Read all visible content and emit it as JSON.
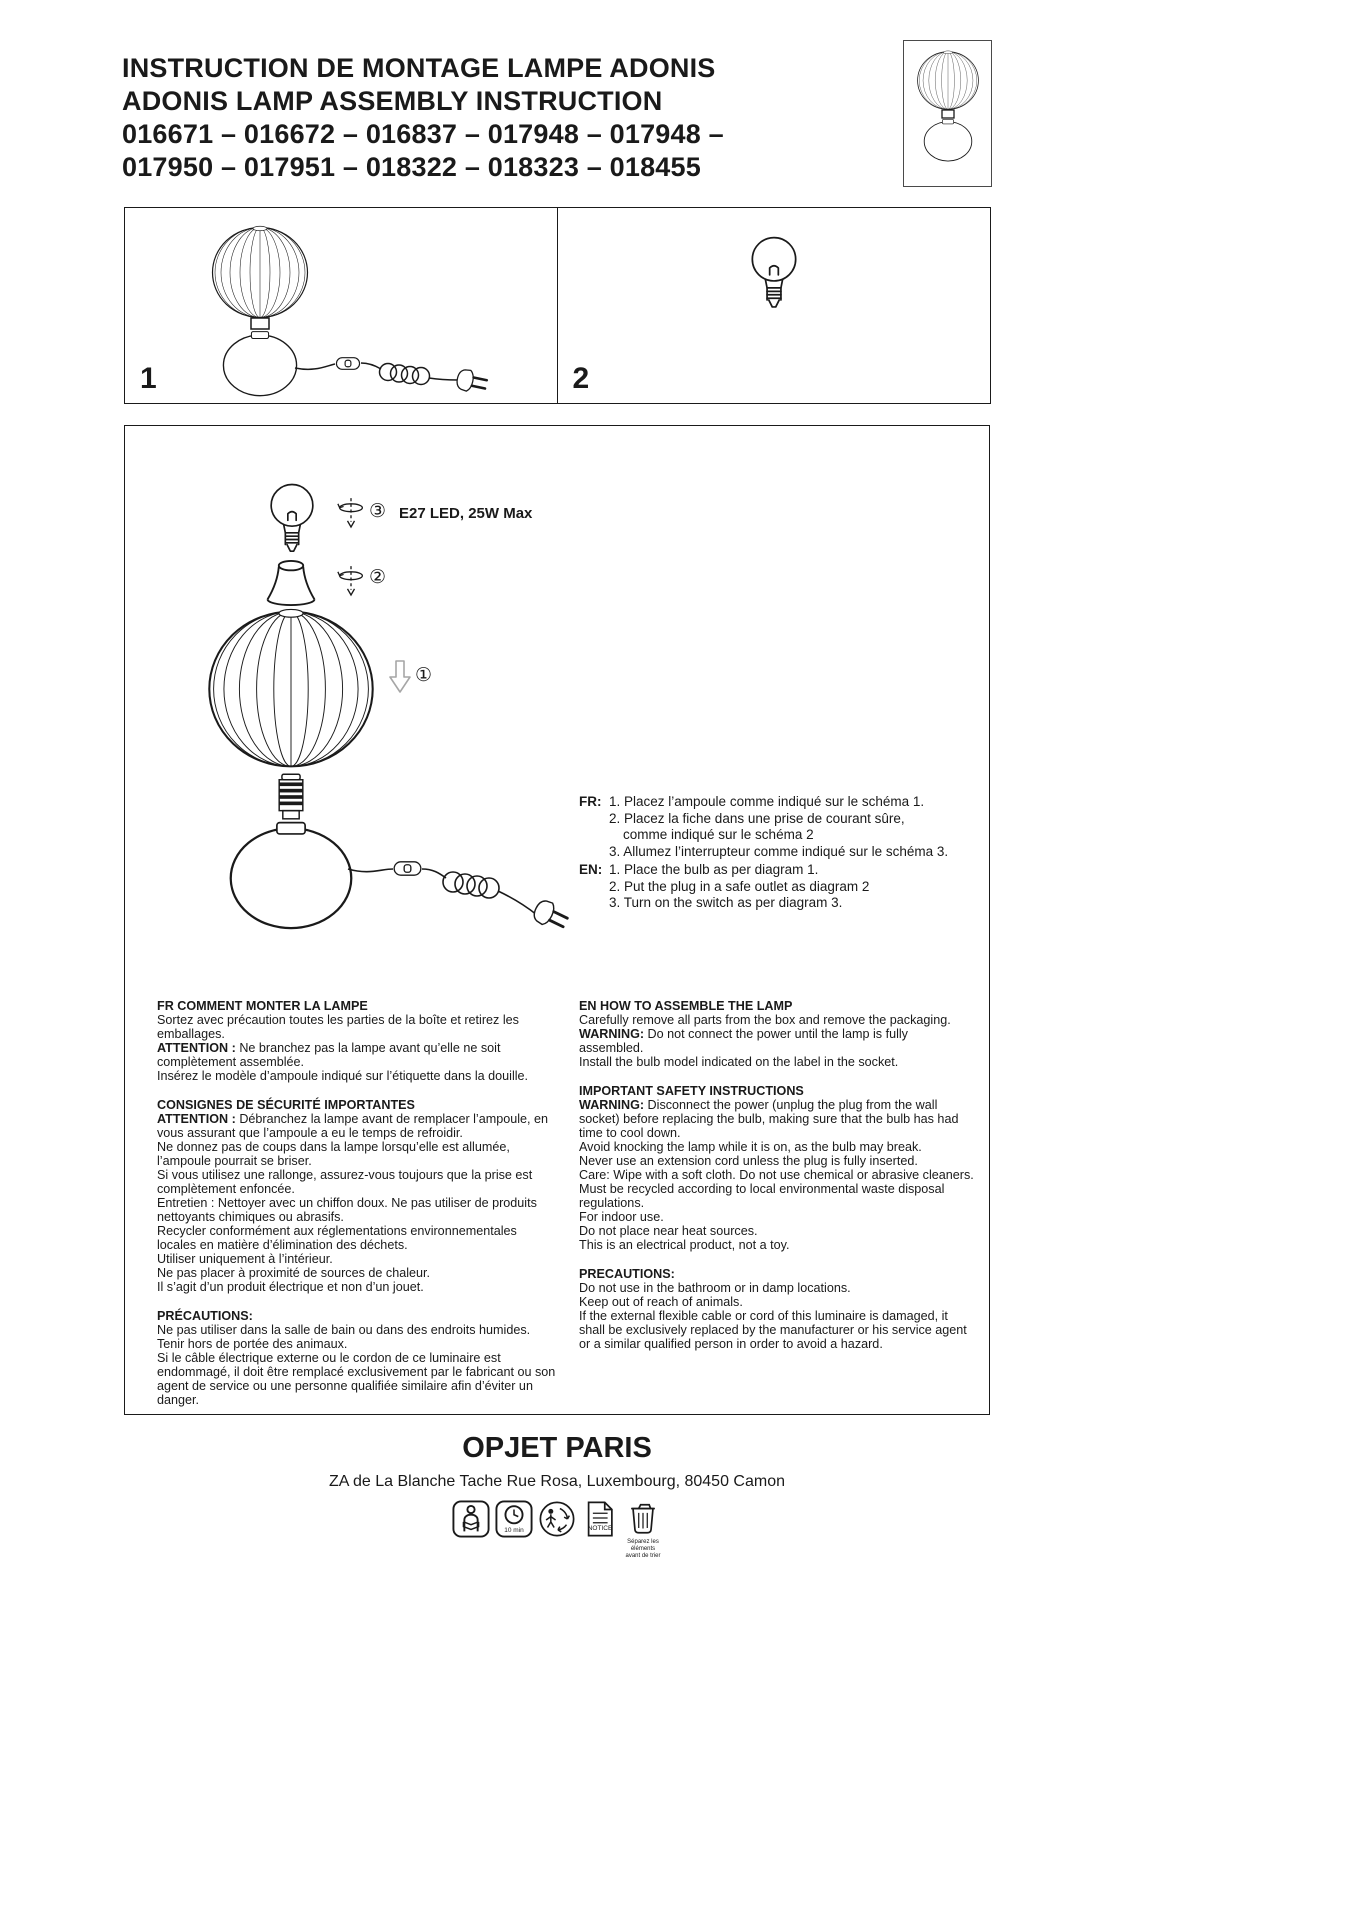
{
  "colors": {
    "ink": "#1a1a1a",
    "muted_arrow": "#a6a6a6"
  },
  "header": {
    "title_line1": "INSTRUCTION DE MONTAGE LAMPE ADONIS",
    "title_line2": "ADONIS LAMP ASSEMBLY INSTRUCTION",
    "title_line3": "016671 – 016672 – 016837 – 017948 – 017948 –",
    "title_line4": "017950 – 017951 – 018322 – 018323 – 018455"
  },
  "diagram_boxes": {
    "box1_number": "1",
    "box2_number": "2"
  },
  "exploded": {
    "callout_bulb": "③",
    "bulb_spec": "E27 LED, 25W Max",
    "callout_cover": "②",
    "callout_shade": "①"
  },
  "steps": {
    "fr_label": "FR:",
    "fr_line1": "1. Placez l’ampoule comme indiqué sur le schéma 1.",
    "fr_line2": "2. Placez la fiche dans une prise de courant sûre,",
    "fr_line3": "comme indiqué sur le schéma 2",
    "fr_line4": "3. Allumez l’interrupteur comme indiqué sur le schéma 3.",
    "en_label": "EN:",
    "en_line1": "1. Place the bulb as per diagram 1.",
    "en_line2": "2. Put the plug in a safe outlet as diagram 2",
    "en_line3": "3. Turn on the switch  as per diagram 3."
  },
  "fr_column": {
    "sections": [
      {
        "heading": "FR COMMENT MONTER LA LAMPE",
        "paragraphs": [
          {
            "b": "",
            "t": "Sortez avec précaution toutes les parties de la boîte et retirez les emballages."
          },
          {
            "b": "ATTENTION :",
            "t": " Ne branchez pas la lampe avant qu’elle ne soit complètement assemblée."
          },
          {
            "b": "",
            "t": "Insérez le modèle d’ampoule indiqué sur l’étiquette dans la douille."
          }
        ]
      },
      {
        "heading": "CONSIGNES DE SÉCURITÉ IMPORTANTES",
        "paragraphs": [
          {
            "b": "ATTENTION :",
            "t": " Débranchez la lampe avant de remplacer l’ampoule, en vous assurant que l’ampoule a eu le temps de refroidir."
          },
          {
            "b": "",
            "t": "Ne donnez pas de coups dans la lampe lorsqu’elle est allumée, l’ampoule pourrait se briser."
          },
          {
            "b": "",
            "t": "Si vous utilisez une rallonge, assurez-vous toujours que la prise est complètement enfoncée."
          },
          {
            "b": "",
            "t": "Entretien : Nettoyer avec un chiffon doux. Ne pas utiliser de produits nettoyants chimiques ou abrasifs."
          },
          {
            "b": "",
            "t": "Recycler conformément aux réglementations environnementales locales en matière d’élimination des déchets."
          },
          {
            "b": "",
            "t": "Utiliser uniquement à l’intérieur."
          },
          {
            "b": "",
            "t": "Ne pas placer à proximité de sources de chaleur."
          },
          {
            "b": "",
            "t": "Il s’agit d’un produit électrique et non d’un jouet."
          }
        ]
      },
      {
        "heading": "PRÉCAUTIONS:",
        "paragraphs": [
          {
            "b": "",
            "t": "Ne pas utiliser dans la salle de bain ou dans des endroits humides."
          },
          {
            "b": "",
            "t": "Tenir hors de portée des animaux."
          },
          {
            "b": "",
            "t": "Si le câble électrique externe ou le cordon de ce luminaire est endommagé, il doit être remplacé exclusivement par le fabricant ou son agent de service ou une personne qualifiée similaire afin d’éviter un danger."
          }
        ]
      }
    ]
  },
  "en_column": {
    "sections": [
      {
        "heading": "EN HOW TO ASSEMBLE THE LAMP",
        "paragraphs": [
          {
            "b": "",
            "t": "Carefully remove all parts from the box and remove the packaging."
          },
          {
            "b": "WARNING:",
            "t": " Do not connect the power until the lamp is fully assembled."
          },
          {
            "b": "",
            "t": "Install the bulb model indicated on the label in the socket."
          }
        ]
      },
      {
        "heading": "IMPORTANT SAFETY INSTRUCTIONS",
        "paragraphs": [
          {
            "b": "WARNING:",
            "t": " Disconnect the power (unplug the plug from the wall socket) before replacing the bulb, making sure that the bulb has had time to cool down."
          },
          {
            "b": "",
            "t": "Avoid knocking the lamp while it is on, as the bulb may break."
          },
          {
            "b": "",
            "t": "Never use an extension cord unless the plug is fully inserted."
          },
          {
            "b": "",
            "t": "Care: Wipe with a soft cloth. Do not use chemical or abrasive cleaners."
          },
          {
            "b": "",
            "t": "Must be recycled according to local environmental waste disposal regulations."
          },
          {
            "b": "",
            "t": "For indoor use."
          },
          {
            "b": "",
            "t": "Do not place near heat sources."
          },
          {
            "b": "",
            "t": "This is an electrical product, not a toy."
          }
        ]
      },
      {
        "heading": "PRECAUTIONS:",
        "paragraphs": [
          {
            "b": "",
            "t": "Do not use in the bathroom or in damp locations."
          },
          {
            "b": "",
            "t": "Keep out of reach of animals."
          },
          {
            "b": "",
            "t": "If the external flexible cable or cord of this luminaire is damaged, it shall be exclusively replaced by the manufacturer or his service agent or a similar qualified person in order to avoid a hazard."
          }
        ]
      }
    ]
  },
  "footer": {
    "brand": "OPJET PARIS",
    "address": "ZA de La Blanche Tache Rue Rosa, Luxembourg, 80450 Camon",
    "icons": {
      "clock_caption": "10 min",
      "notice_label": "NOTICE",
      "bin_caption": "Séparez les éléments avant de trier"
    }
  }
}
